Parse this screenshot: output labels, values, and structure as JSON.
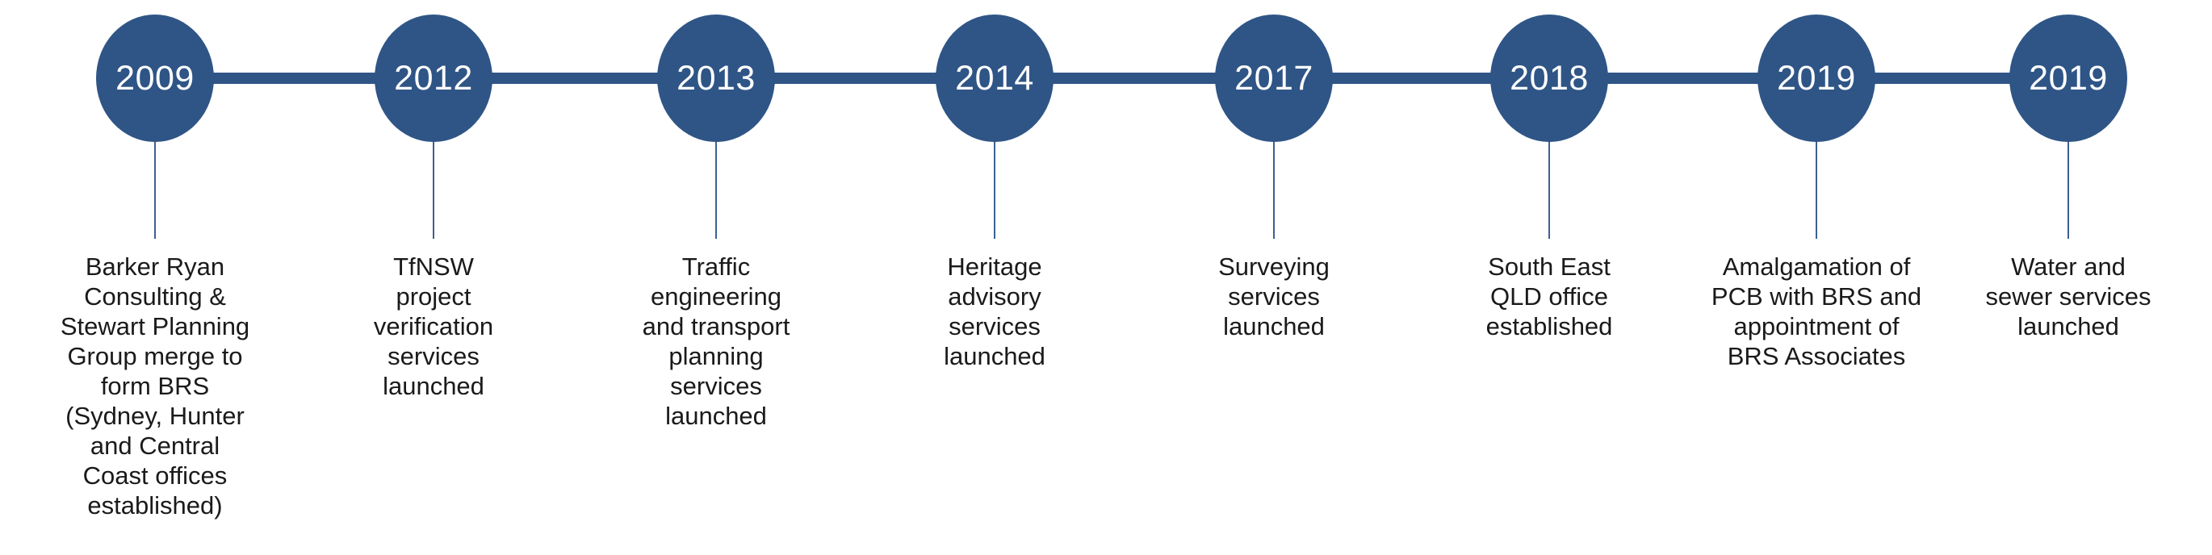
{
  "theme": {
    "accent": "#2F5586",
    "stem_color": "#3C6193",
    "text_color": "#1a1a1a",
    "background": "#ffffff",
    "year_text_color": "#ffffff"
  },
  "chart_data": {
    "type": "table",
    "title": "",
    "subtitle": "",
    "xlabel": "",
    "ylabel": "",
    "legend": [],
    "orientation": "horizontal",
    "categories": [
      "2009",
      "2012",
      "2013",
      "2014",
      "2017",
      "2018",
      "2019",
      "2019"
    ],
    "values": [
      "Barker Ryan Consulting & Stewart Planning Group merge to form BRS (Sydney, Hunter and Central Coast offices established)",
      "TfNSW project verification services launched",
      "Traffic engineering and transport planning services launched",
      "Heritage advisory services launched",
      "Surveying services launched",
      "South East QLD office established",
      "Amalgamation of PCB with BRS and appointment of BRS Associates",
      "Water and sewer services launched"
    ]
  },
  "timeline": {
    "milestones": [
      {
        "year": "2009",
        "caption": "Barker Ryan\nConsulting &\nStewart Planning\nGroup merge to\nform BRS\n(Sydney, Hunter\nand Central\nCoast offices\nestablished)"
      },
      {
        "year": "2012",
        "caption": "TfNSW\nproject\nverification\nservices\nlaunched"
      },
      {
        "year": "2013",
        "caption": "Traffic\nengineering\nand transport\nplanning\nservices\nlaunched"
      },
      {
        "year": "2014",
        "caption": "Heritage\nadvisory\nservices\nlaunched"
      },
      {
        "year": "2017",
        "caption": "Surveying\nservices\nlaunched"
      },
      {
        "year": "2018",
        "caption": "South East\nQLD office\nestablished"
      },
      {
        "year": "2019",
        "caption": "Amalgamation of\nPCB with BRS and\nappointment of\nBRS Associates"
      },
      {
        "year": "2019",
        "caption": "Water and\nsewer services\nlaunched"
      }
    ]
  }
}
